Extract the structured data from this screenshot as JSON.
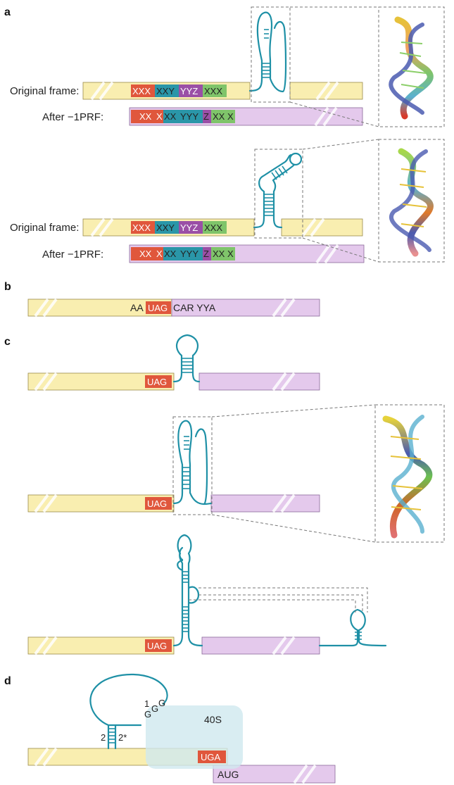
{
  "colors": {
    "yellow_frame": "#f9eeb0",
    "purple_frame": "#e4c9ec",
    "rna": "#1e90a6",
    "codon_red": "#e0573c",
    "codon_teal": "#2a96a8",
    "codon_purple": "#9a4fa6",
    "codon_green": "#7fc46a",
    "ribosome": "#cfe8ef"
  },
  "panels": {
    "a": "a",
    "b": "b",
    "c": "c",
    "d": "d"
  },
  "panel_a": {
    "original_label": "Original frame:",
    "shifted_label": "After −1PRF:",
    "original_codons": [
      "XXX",
      "XXY",
      "YYZ",
      "XXX"
    ],
    "shifted_codons": [
      "XX",
      "X",
      "XX",
      "YYY",
      "Z",
      "XX",
      "X"
    ]
  },
  "panel_b": {
    "pre": "AA",
    "stop": "UAG",
    "post": "CAR YYA"
  },
  "panel_c": {
    "stop": "UAG"
  },
  "panel_d": {
    "stop": "UGA",
    "start": "AUG",
    "ribosome": "40S",
    "pair_left": "2",
    "pair_right": "2*",
    "index": "1",
    "g1": "G",
    "g2": "G",
    "g3": "G"
  }
}
